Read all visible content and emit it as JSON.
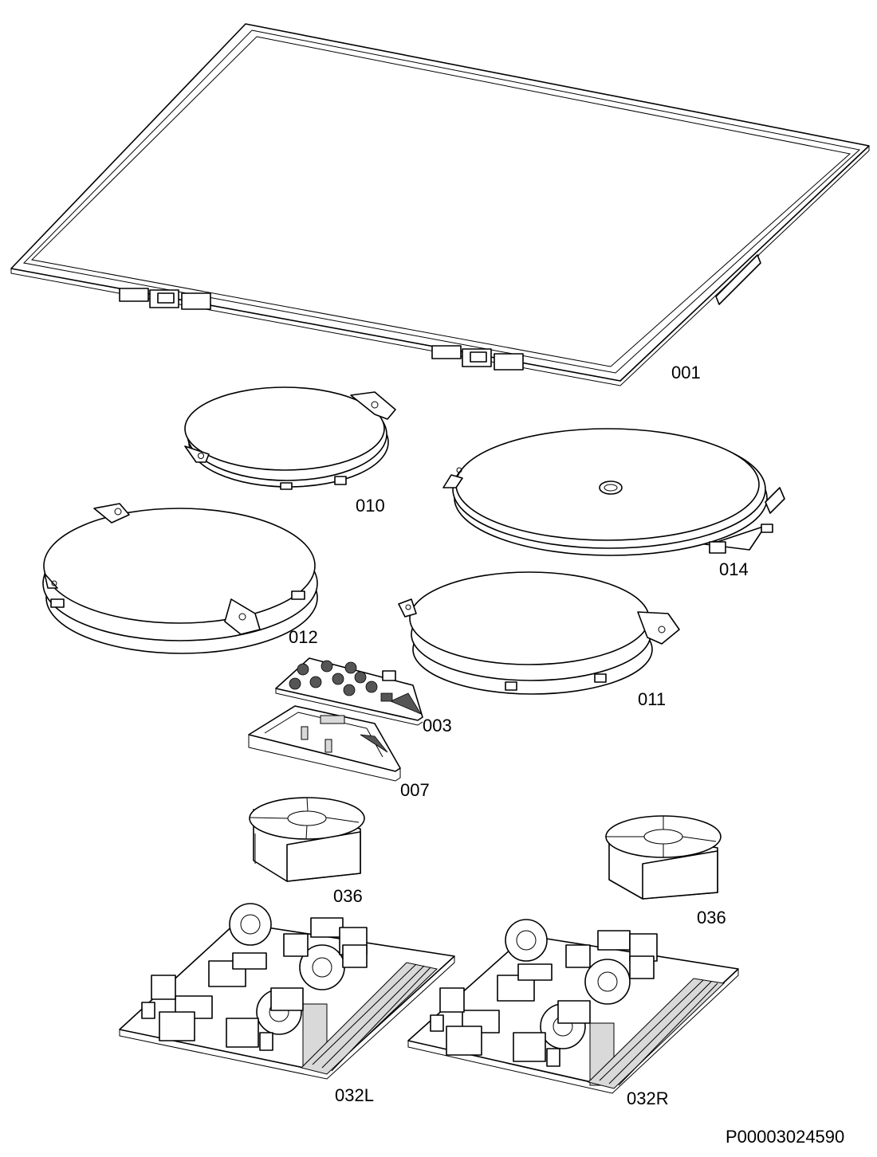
{
  "parts": [
    {
      "id": "cooktop-glass",
      "label": "001"
    },
    {
      "id": "coil-small-top",
      "label": "010"
    },
    {
      "id": "coil-oval",
      "label": "014"
    },
    {
      "id": "coil-large-left",
      "label": "012"
    },
    {
      "id": "coil-right",
      "label": "011"
    },
    {
      "id": "control-board",
      "label": "003"
    },
    {
      "id": "board-holder",
      "label": "007"
    },
    {
      "id": "fan-left",
      "label": "036"
    },
    {
      "id": "fan-right",
      "label": "036"
    },
    {
      "id": "power-board-left",
      "label": "032L"
    },
    {
      "id": "power-board-right",
      "label": "032R"
    }
  ],
  "document_id": "P00003024590"
}
